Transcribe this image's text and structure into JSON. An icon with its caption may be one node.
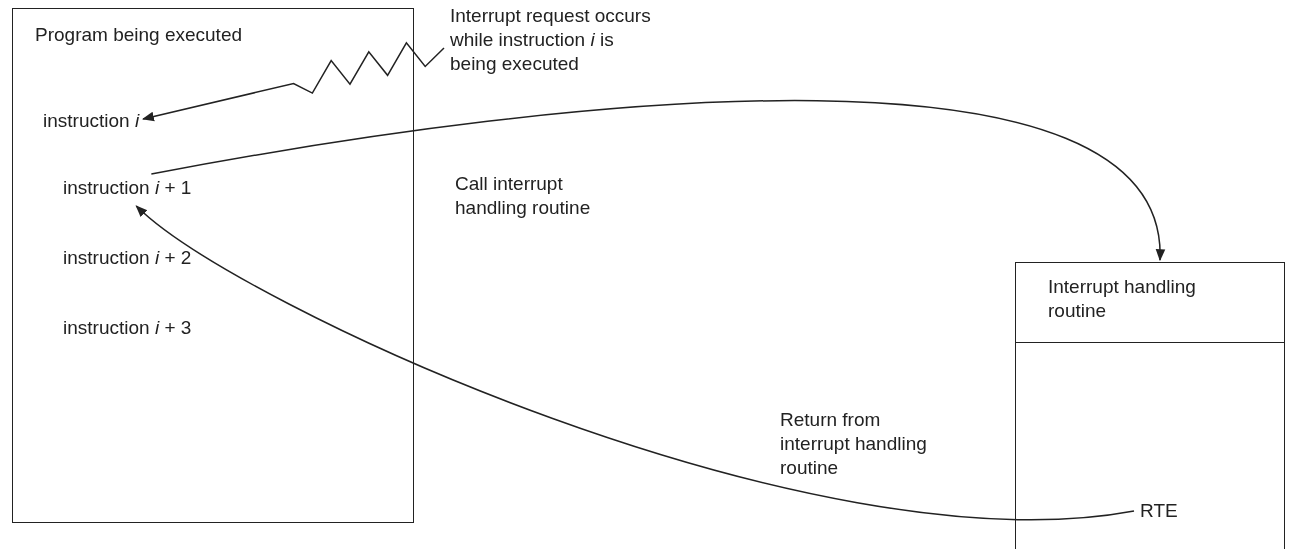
{
  "diagram": {
    "nodes": [
      {
        "text": [
          "Program being executed"
        ]
      },
      {
        "text": [
          "instruction *i*"
        ],
        "in": 0
      },
      {
        "text": [
          "instruction *i* + 1"
        ],
        "in": 0
      },
      {
        "text": [
          "instruction *i* + 2"
        ],
        "in": 0
      },
      {
        "text": [
          "instruction *i* + 3"
        ],
        "in": 0
      },
      {
        "text": [
          "Interrupt request occurs while instruction *i* is being executed"
        ]
      },
      {
        "text": [
          "Interrupt handling routine"
        ]
      },
      {
        "text": [
          "RTE"
        ],
        "in": 6
      }
    ],
    "edges": [
      {
        "from": 5,
        "to": 1,
        "arrow": "to"
      },
      {
        "from": 2,
        "to": 6,
        "arrow": "to",
        "label": "Call interrupt handling routine"
      },
      {
        "from": 7,
        "to": 2,
        "arrow": "to",
        "label": "Return from interrupt handling routine"
      }
    ]
  }
}
